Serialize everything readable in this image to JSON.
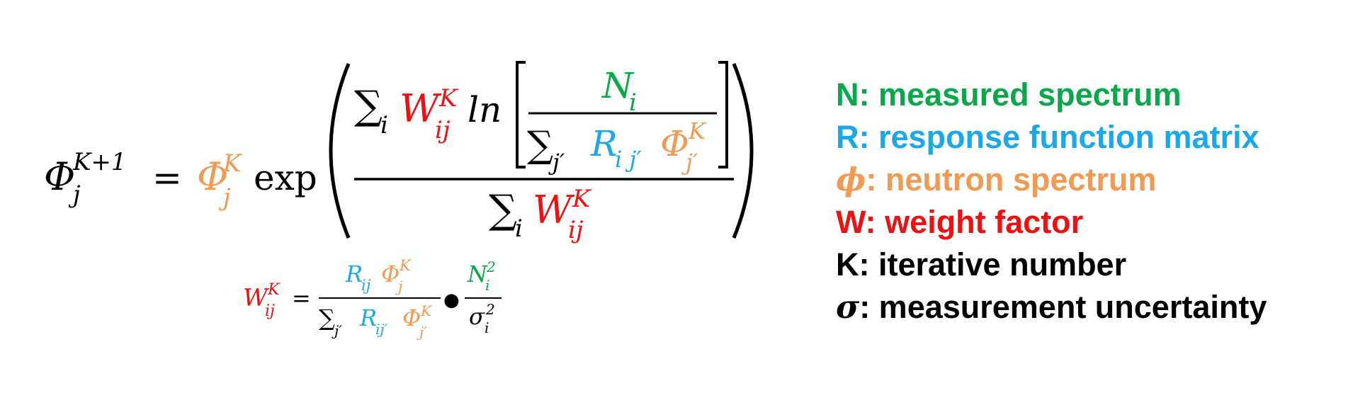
{
  "colors": {
    "green": "#0aa84b",
    "blue": "#1aa8e8",
    "orange": "#f29a52",
    "red": "#ee1111",
    "black": "#000000"
  },
  "main_formula": {
    "lhs_symbol": "Φ",
    "lhs_sub": "j",
    "lhs_sup": "K+1",
    "equals": "=",
    "phi_symbol": "Φ",
    "phi_sub": "j",
    "phi_sup": "K",
    "exp_label": "exp",
    "numerator": {
      "sum_symbol": "∑",
      "sum_index": "i",
      "weight_symbol": "W",
      "weight_sub": "ij",
      "weight_sup": "K",
      "ln_label": "ln",
      "inner_numerator_symbol": "N",
      "inner_numerator_sub": "i",
      "inner_denominator_sum": "∑",
      "inner_denominator_sum_index": "j′",
      "r_symbol": "R",
      "r_sub": "i j′",
      "phi2_symbol": "Φ",
      "phi2_sub": "j′",
      "phi2_sup": "K"
    },
    "denominator": {
      "sum_symbol": "∑",
      "sum_index": "i",
      "weight_symbol": "W",
      "weight_sub": "ij",
      "weight_sup": "K"
    }
  },
  "weight_formula": {
    "w_symbol": "W",
    "w_sub": "ij",
    "w_sup": "K",
    "equals": "=",
    "num_r": "R",
    "num_r_sub": "ij",
    "num_phi": "Φ",
    "num_phi_sub": "j",
    "num_phi_sup": "K",
    "den_sum": "∑",
    "den_sum_index": "j′",
    "den_r": "R",
    "den_r_sub": "ij′",
    "den_phi": "Φ",
    "den_phi_sub": "j′",
    "den_phi_sup": "K",
    "bullet": "●",
    "frac2_num": "N",
    "frac2_num_sub": "i",
    "frac2_num_sup": "2",
    "frac2_den": "σ",
    "frac2_den_sub": "i",
    "frac2_den_sup": "2"
  },
  "legend": [
    {
      "symbol": "N",
      "italic": false,
      "text": ": measured spectrum",
      "color": "#0aa84b"
    },
    {
      "symbol": "R",
      "italic": false,
      "text": ": response function matrix",
      "color": "#1aa8e8"
    },
    {
      "symbol": "ϕ",
      "italic": true,
      "text": ": neutron spectrum",
      "color": "#f29a52"
    },
    {
      "symbol": "W",
      "italic": false,
      "text": ": weight factor",
      "color": "#ee1111"
    },
    {
      "symbol": "K",
      "italic": false,
      "text": ": iterative number",
      "color": "#000000"
    },
    {
      "symbol": "σ",
      "italic": true,
      "text": ": measurement uncertainty",
      "color": "#000000"
    }
  ]
}
